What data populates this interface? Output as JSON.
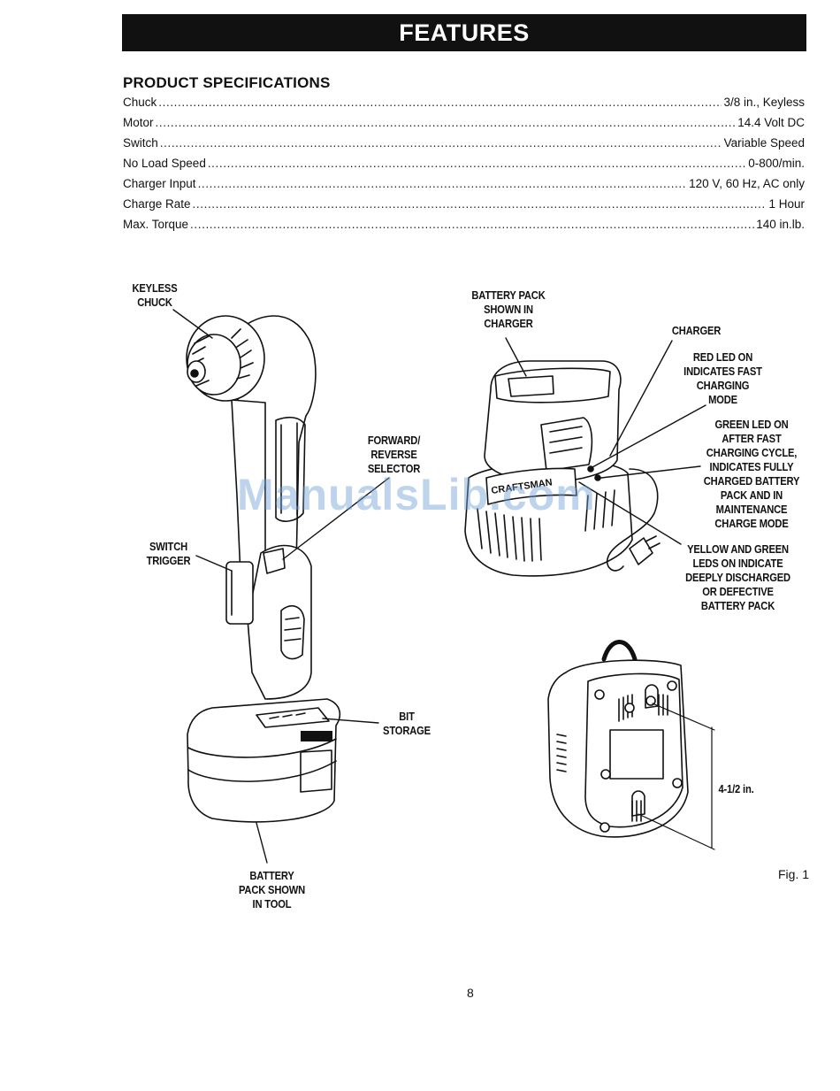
{
  "header": {
    "title": "FEATURES"
  },
  "specs": {
    "heading": "PRODUCT SPECIFICATIONS",
    "rows": [
      {
        "label": "Chuck",
        "value": "3/8 in., Keyless"
      },
      {
        "label": "Motor",
        "value": "14.4 Volt DC"
      },
      {
        "label": "Switch",
        "value": "Variable Speed"
      },
      {
        "label": "No Load Speed",
        "value": "0-800/min."
      },
      {
        "label": "Charger Input",
        "value": "120 V, 60 Hz, AC only"
      },
      {
        "label": "Charge Rate",
        "value": "1 Hour"
      },
      {
        "label": "Max. Torque",
        "value": "140 in.lb."
      }
    ]
  },
  "callouts": {
    "keyless_chuck": [
      "KEYLESS",
      "CHUCK"
    ],
    "battery_in_charger": [
      "BATTERY PACK",
      "SHOWN IN",
      "CHARGER"
    ],
    "charger": [
      "CHARGER"
    ],
    "red_led": [
      "RED LED ON",
      "INDICATES FAST",
      "CHARGING",
      "MODE"
    ],
    "green_led": [
      "GREEN LED ON",
      "AFTER FAST",
      "CHARGING CYCLE,",
      "INDICATES FULLY",
      "CHARGED BATTERY",
      "PACK AND IN",
      "MAINTENANCE",
      "CHARGE MODE"
    ],
    "forward_reverse": [
      "FORWARD/",
      "REVERSE",
      "SELECTOR"
    ],
    "switch_trigger": [
      "SWITCH",
      "TRIGGER"
    ],
    "yellow_green": [
      "YELLOW AND GREEN",
      "LEDS ON INDICATE",
      "DEEPLY DISCHARGED",
      "OR DEFECTIVE",
      "BATTERY PACK"
    ],
    "bit_storage": [
      "BIT",
      "STORAGE"
    ],
    "battery_in_tool": [
      "BATTERY",
      "PACK SHOWN",
      "IN TOOL"
    ],
    "mount_spacing": [
      "4-1/2 in."
    ]
  },
  "charger_logo_text": "CRAFTSMAN",
  "figure_label": "Fig. 1",
  "page_number": "8",
  "watermark": "ManualsLib.com"
}
